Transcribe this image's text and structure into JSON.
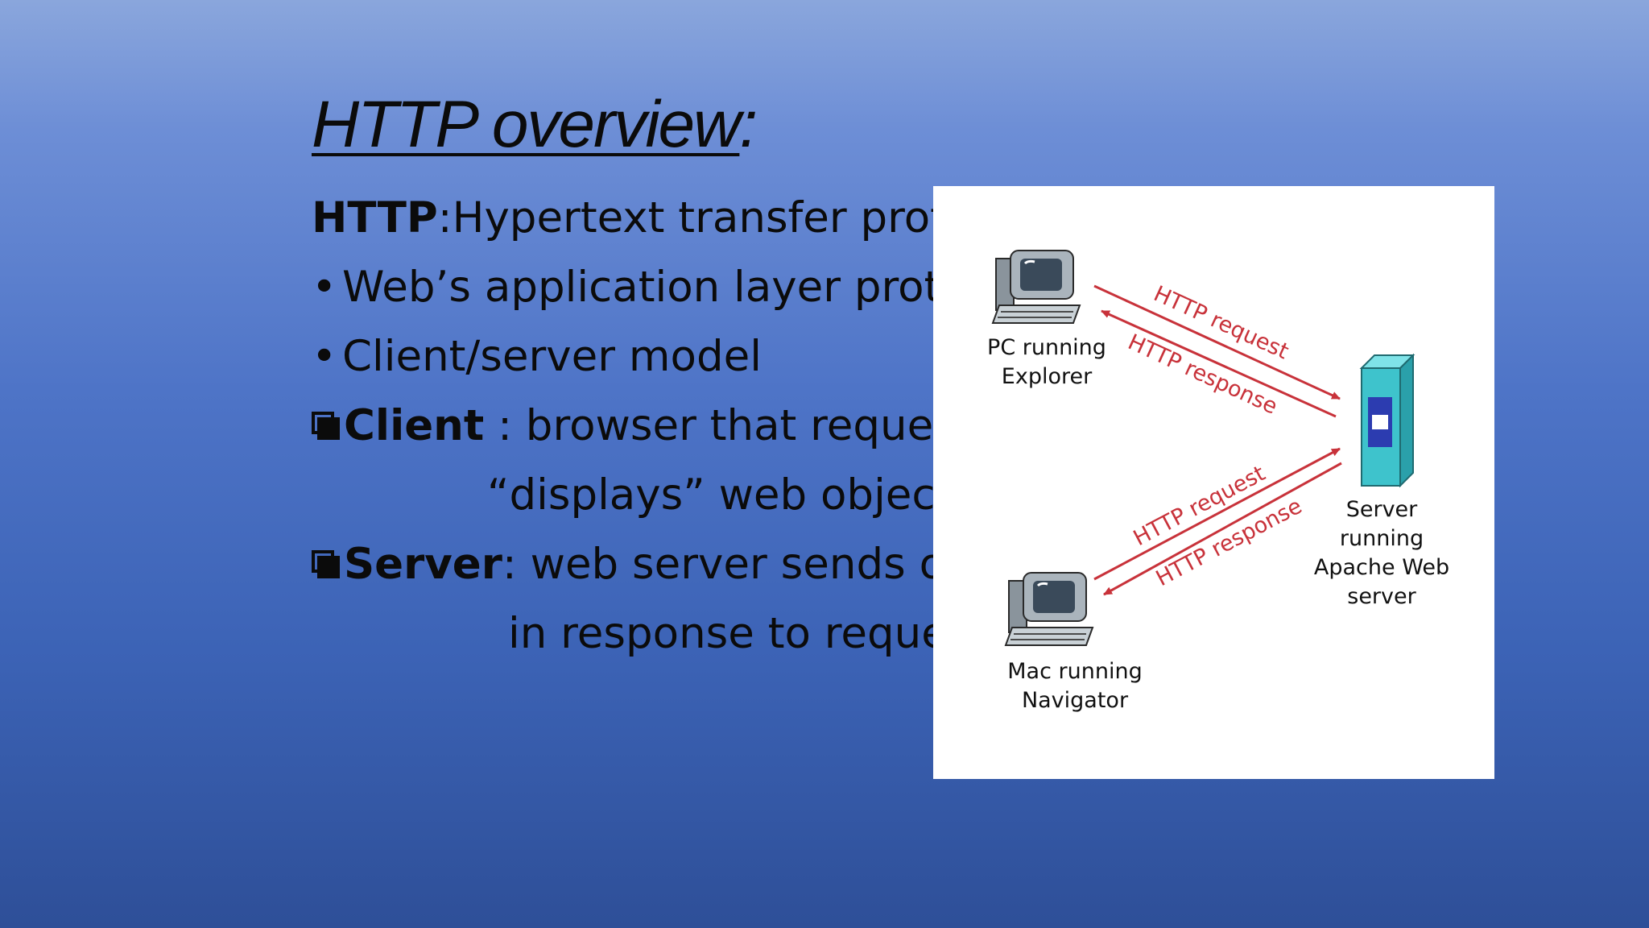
{
  "slide": {
    "title": "HTTP overview",
    "title_colon": ":",
    "lines": {
      "def_term": "HTTP",
      "def_text": ":Hypertext transfer protocol",
      "bullet_1": "Web’s application layer protocol",
      "bullet_2": "Client/server model",
      "client_term": "Client",
      "client_text": " : browser that requests, receives,",
      "client_cont": "“displays” web objects.",
      "server_term": "Server",
      "server_text": ": web server sends objects",
      "server_cont": "in response to requests"
    }
  },
  "diagram": {
    "pc_label": [
      "PC running",
      "Explorer"
    ],
    "mac_label": [
      "Mac running",
      "Navigator"
    ],
    "server_label": [
      "Server",
      "running",
      "Apache Web",
      "server"
    ],
    "arrows": {
      "top_request": "HTTP request",
      "top_response": "HTTP response",
      "bottom_request": "HTTP request",
      "bottom_response": "HTTP response"
    },
    "colors": {
      "arrow": "#c8323a",
      "server_body": "#3ec3cc",
      "server_panel": "#2c3cb0",
      "monitor_screen": "#3a4a5a"
    },
    "icons": [
      "pc-computer-icon",
      "mac-computer-icon",
      "server-tower-icon"
    ]
  }
}
